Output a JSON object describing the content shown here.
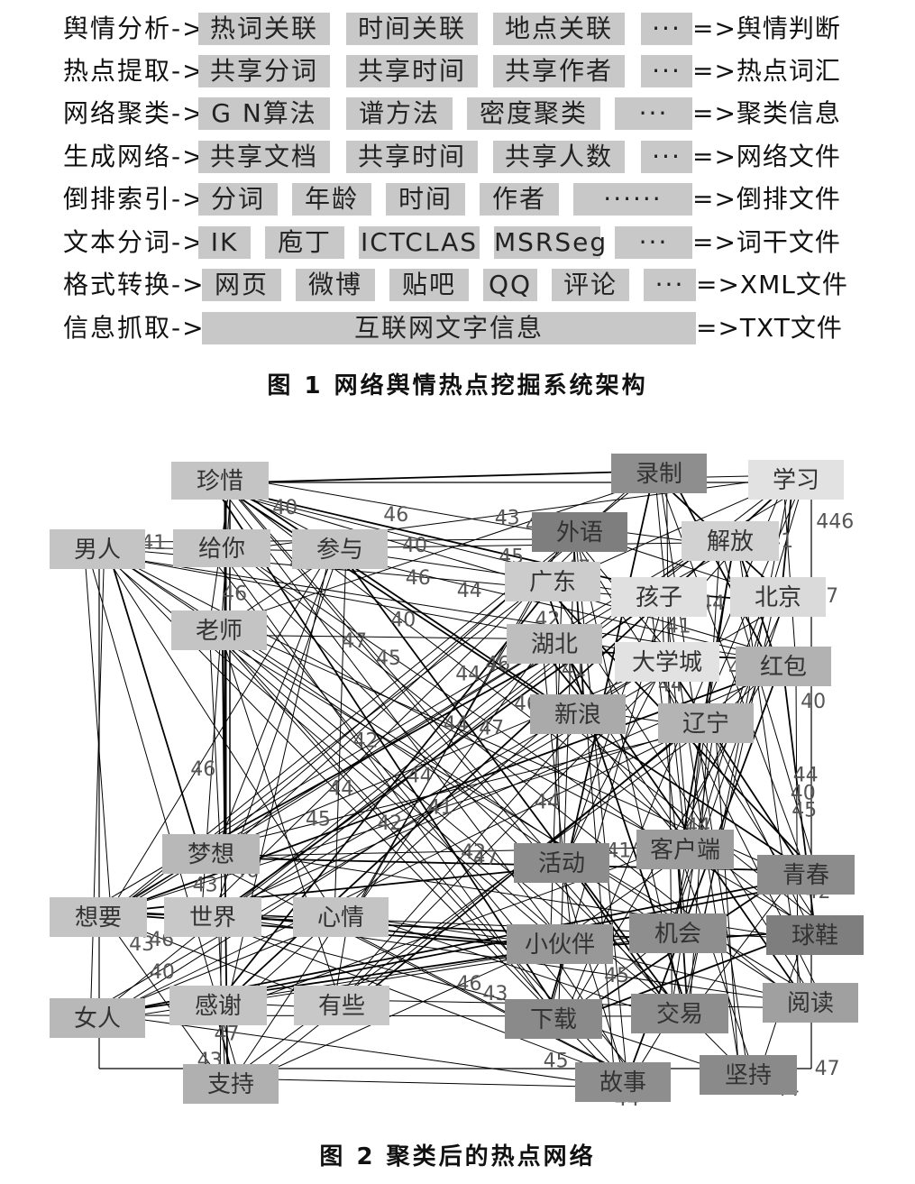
{
  "figure1": {
    "caption": "图 1   网络舆情热点挖掘系统架构",
    "rows": [
      {
        "label": "舆情分析->",
        "items": [
          "热词关联",
          "时间关联",
          "地点关联",
          "···"
        ],
        "result": "=>舆情判断"
      },
      {
        "label": "热点提取->",
        "items": [
          "共享分词",
          "共享时间",
          "共享作者",
          "···"
        ],
        "result": "=>热点词汇"
      },
      {
        "label": "网络聚类->",
        "items": [
          "G N算法",
          "谱方法",
          "密度聚类",
          "···"
        ],
        "result": "=>聚类信息"
      },
      {
        "label": "生成网络->",
        "items": [
          "共享文档",
          "共享时间",
          "共享人数",
          "···"
        ],
        "result": "=>网络文件"
      },
      {
        "label": "倒排索引->",
        "items": [
          "分词",
          "年龄",
          "时间",
          "作者",
          "······"
        ],
        "result": "=>倒排文件"
      },
      {
        "label": "文本分词->",
        "items": [
          "IK",
          "庖丁",
          "ICTCLAS",
          "MSRSeg",
          "···"
        ],
        "result": "=>词干文件"
      },
      {
        "label": "格式转换->",
        "items": [
          "网页",
          "微博",
          "贴吧",
          "QQ",
          "评论",
          "···"
        ],
        "result": "=>XML文件"
      },
      {
        "label": "信息抓取->",
        "items": [
          "互联网文字信息"
        ],
        "result": "=>TXT文件"
      }
    ]
  },
  "figure2": {
    "caption": "图 2   聚类后的热点网络",
    "nodes": [
      {
        "id": "珍惜",
        "color": "#c4c4c4"
      },
      {
        "id": "男人",
        "color": "#c4c4c4"
      },
      {
        "id": "给你",
        "color": "#c4c4c4"
      },
      {
        "id": "参与",
        "color": "#c4c4c4"
      },
      {
        "id": "老师",
        "color": "#c4c4c4"
      },
      {
        "id": "录制",
        "color": "#8e8e8e"
      },
      {
        "id": "学习",
        "color": "#e2e2e2"
      },
      {
        "id": "外语",
        "color": "#7e7e7e"
      },
      {
        "id": "解放",
        "color": "#d2d2d2"
      },
      {
        "id": "广东",
        "color": "#cccccc"
      },
      {
        "id": "孩子",
        "color": "#e0e0e0"
      },
      {
        "id": "北京",
        "color": "#dadada"
      },
      {
        "id": "湖北",
        "color": "#bebebe"
      },
      {
        "id": "大学城",
        "color": "#e2e2e2"
      },
      {
        "id": "红包",
        "color": "#b2b2b2"
      },
      {
        "id": "新浪",
        "color": "#aaaaaa"
      },
      {
        "id": "辽宁",
        "color": "#b4b4b4"
      },
      {
        "id": "梦想",
        "color": "#b8b8b8"
      },
      {
        "id": "想要",
        "color": "#c4c4c4"
      },
      {
        "id": "世界",
        "color": "#c8c8c8"
      },
      {
        "id": "心情",
        "color": "#c4c4c4"
      },
      {
        "id": "活动",
        "color": "#8c8c8c"
      },
      {
        "id": "客户端",
        "color": "#9c9c9c"
      },
      {
        "id": "青春",
        "color": "#8c8c8c"
      },
      {
        "id": "小伙伴",
        "color": "#989898"
      },
      {
        "id": "机会",
        "color": "#8e8e8e"
      },
      {
        "id": "球鞋",
        "color": "#7e7e7e"
      },
      {
        "id": "女人",
        "color": "#b8b8b8"
      },
      {
        "id": "感谢",
        "color": "#c4c4c4"
      },
      {
        "id": "有些",
        "color": "#c8c8c8"
      },
      {
        "id": "下载",
        "color": "#8a8a8a"
      },
      {
        "id": "交易",
        "color": "#8e8e8e"
      },
      {
        "id": "阅读",
        "color": "#a0a0a0"
      },
      {
        "id": "支持",
        "color": "#b0b0b0"
      },
      {
        "id": "故事",
        "color": "#8e8e8e"
      },
      {
        "id": "坚持",
        "color": "#8a8a8a"
      }
    ],
    "edge_labels": [
      "41",
      "42",
      "44",
      "46",
      "45",
      "42",
      "45",
      "42",
      "46",
      "47",
      "47",
      "44",
      "44",
      "46",
      "47",
      "46",
      "44",
      "47",
      "44",
      "44",
      "47",
      "45",
      "44",
      "42",
      "42",
      "45",
      "47",
      "46",
      "47",
      "43",
      "44",
      "43",
      "47",
      "47",
      "43",
      "46",
      "43",
      "45",
      "46",
      "47",
      "46",
      "44",
      "46",
      "44",
      "46",
      "446",
      "44",
      "46",
      "44",
      "41",
      "41",
      "44",
      "40",
      "47",
      "45",
      "41",
      "43",
      "40",
      "40",
      "40",
      "41",
      "40",
      "41",
      "42",
      "45",
      "44",
      "44",
      "40",
      "40",
      "41",
      "44"
    ]
  }
}
